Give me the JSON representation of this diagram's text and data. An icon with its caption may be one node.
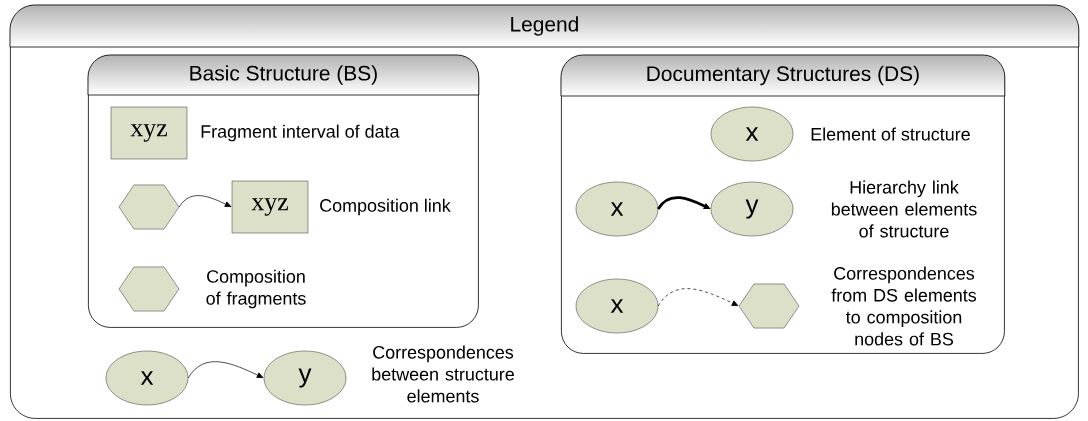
{
  "diagram": {
    "nodes": [
      {
        "text": [
          "Legend"
        ]
      },
      {
        "text": [
          "Basic Structure (BS)"
        ],
        "in": 0
      },
      {
        "text": [
          "xyz"
        ],
        "in": 1,
        "beside": [
          "Fragment interval of data"
        ]
      },
      {
        "text": [],
        "shape": "hexagon",
        "in": 1
      },
      {
        "text": [
          "xyz"
        ],
        "in": 1,
        "beside": [
          "Composition link"
        ]
      },
      {
        "text": [],
        "shape": "hexagon",
        "in": 1,
        "beside": [
          "Composition of fragments"
        ]
      },
      {
        "text": [
          "Documentary Structures (DS)"
        ],
        "in": 0
      },
      {
        "text": [
          "x"
        ],
        "in": 6,
        "beside": [
          "Element of structure"
        ]
      },
      {
        "text": [
          "x"
        ],
        "in": 6
      },
      {
        "text": [
          "y"
        ],
        "in": 6,
        "beside": [
          "Hierarchy link between elements of structure"
        ]
      },
      {
        "text": [
          "x"
        ],
        "in": 6
      },
      {
        "text": [],
        "shape": "hexagon",
        "in": 6,
        "beside": [
          "Correspondences from DS elements to composition nodes of BS"
        ]
      },
      {
        "text": [
          "x"
        ],
        "in": 0
      },
      {
        "text": [
          "y"
        ],
        "in": 0,
        "beside": [
          "Correspondences between structure elements"
        ]
      }
    ],
    "edges": [
      {
        "from": 3,
        "to": 4,
        "arrow": "to"
      },
      {
        "from": 8,
        "to": 9,
        "arrow": "to",
        "style": "thick"
      },
      {
        "from": 10,
        "to": 11,
        "arrow": "to",
        "style": "dashed"
      },
      {
        "from": 12,
        "to": 13,
        "arrow": "to"
      }
    ]
  }
}
